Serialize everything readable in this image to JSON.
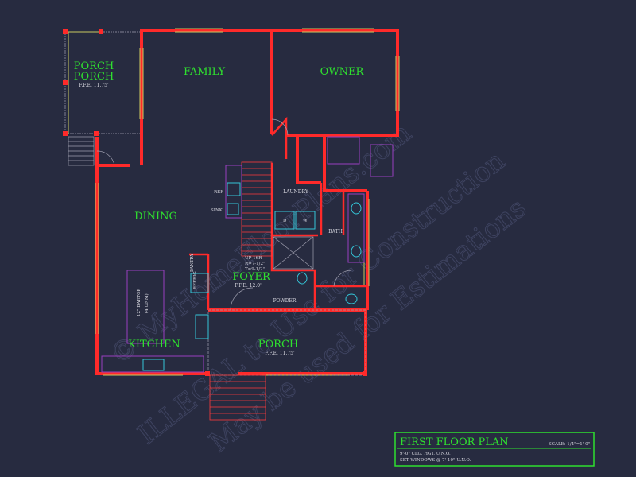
{
  "watermark": {
    "line1": "© MyHomeFloorPlans.com",
    "line2": "ILLEGAL to Use for Construction",
    "line3": "May be used for Estimations"
  },
  "rooms": {
    "porch_top": "PORCH",
    "porch_top2": "PORCH",
    "porch_top_ffe": "F.F.E. 11.75'",
    "family": "FAMILY",
    "owner": "OWNER",
    "dining": "DINING",
    "kitchen": "KITCHEN",
    "foyer": "FOYER",
    "foyer_ffe": "F.F.E. 12.0'",
    "porch_front": "PORCH",
    "porch_front_ffe": "F.F.E. 11.75'",
    "laundry": "LAUNDRY",
    "bath": "BATH",
    "powder": "POWDER"
  },
  "labels": {
    "ref": "REF",
    "sink": "SINK",
    "pantry": "PANTRY",
    "refrig": "REFRIG",
    "bartop": "12\" BARTOP",
    "bartop_sub": "(4 UNM)",
    "stairs_up": "UP 16R",
    "stairs_r": "R=7-1/2\"",
    "stairs_t": "T=9-1/2\"",
    "dryer": "D",
    "washer": "W"
  },
  "title_block": {
    "title": "FIRST FLOOR PLAN",
    "scale": "SCALE: 1/4\"=1'-0\"",
    "note1": "9'-0\" CLG. HGT. U.N.O.",
    "note2": "SET WINDOWS @ 7'-10\" U.N.O."
  },
  "colors": {
    "background": "#272b40",
    "walls": "#ff2a2a",
    "room_labels": "#2fe02f",
    "windows": "#c8c860",
    "fixtures": "#9a3fbf",
    "appliances": "#34c6d8"
  }
}
